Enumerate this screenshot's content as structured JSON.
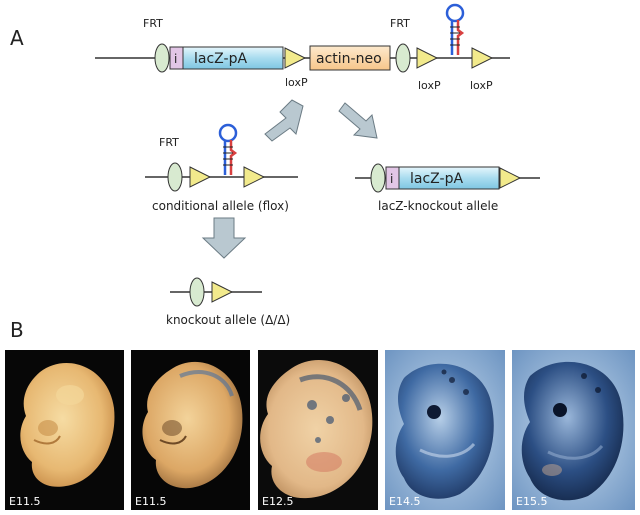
{
  "panel_a": {
    "panel_letter": "A",
    "top_construct": {
      "frt_left": "FRT",
      "frt_right": "FRT",
      "i_box": "i",
      "lacz_box": "lacZ-pA",
      "neo_box": "actin-neo",
      "loxp_1": "loxP",
      "loxp_2": "loxP",
      "loxp_3": "loxP"
    },
    "conditional": {
      "frt": "FRT",
      "caption": "conditional allele (flox)"
    },
    "lacz_ko": {
      "i_box": "i",
      "lacz_box": "lacZ-pA",
      "caption": "lacZ-knockout allele"
    },
    "knockout": {
      "caption": "knockout allele (Δ/Δ)"
    }
  },
  "panel_b": {
    "panel_letter": "B",
    "stages": [
      "E11.5",
      "E11.5",
      "E12.5",
      "E14.5",
      "E15.5"
    ]
  },
  "colors": {
    "frt_fill": "#d8ead0",
    "loxp_fill": "#f2ea8c",
    "i_fill": "#e2c6e6",
    "lacz_fill": "#a9dcef",
    "neo_fill": "#fbd7a6",
    "arrow_fill": "#b9c8d0",
    "hairpin_blue": "#2c5fd8",
    "hairpin_red": "#d84040"
  }
}
